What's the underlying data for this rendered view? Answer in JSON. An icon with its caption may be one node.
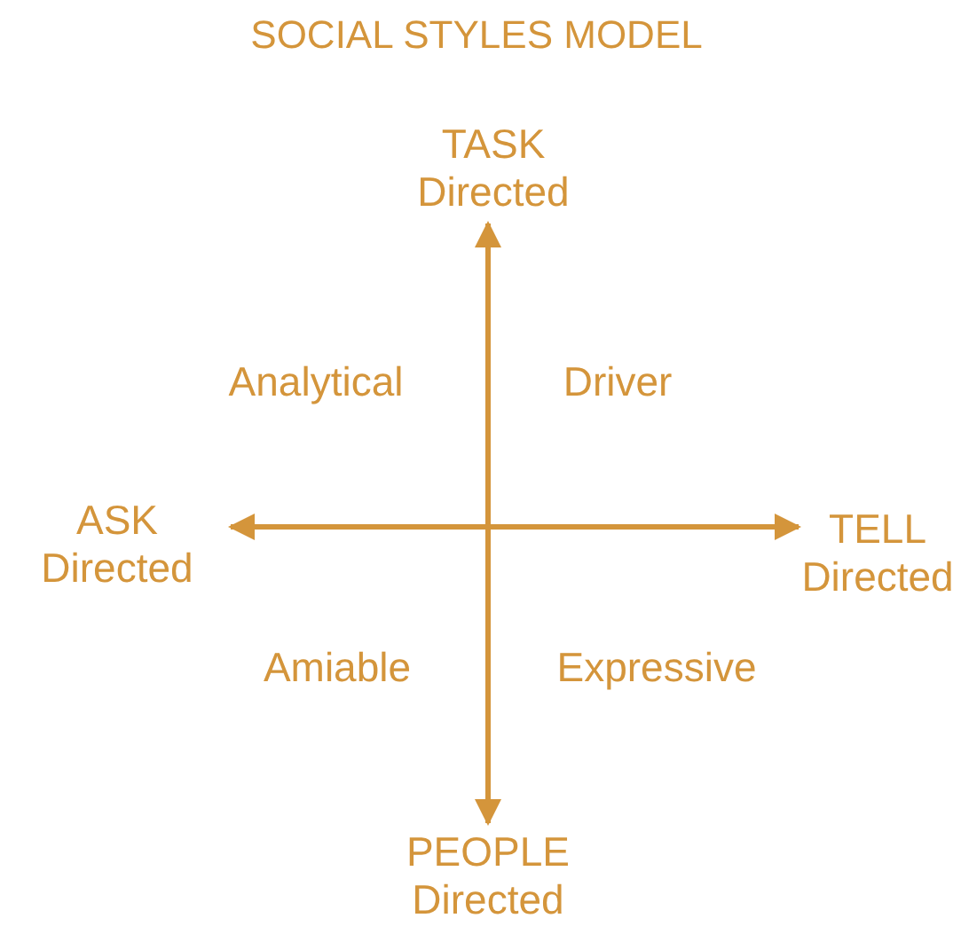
{
  "diagram": {
    "title": "SOCIAL STYLES MODEL",
    "nodes": [
      {
        "text": [
          "TASK Directed"
        ]
      },
      {
        "text": [
          "ASK Directed"
        ]
      },
      {
        "text": [
          "TELL Directed"
        ]
      },
      {
        "text": [
          "PEOPLE Directed"
        ]
      }
    ],
    "edges": [
      {
        "from": 1,
        "to": 2,
        "arrow": "both"
      },
      {
        "from": 0,
        "to": 3,
        "arrow": "both"
      }
    ],
    "labels": [
      "Analytical",
      "Driver",
      "Amiable",
      "Expressive"
    ]
  }
}
